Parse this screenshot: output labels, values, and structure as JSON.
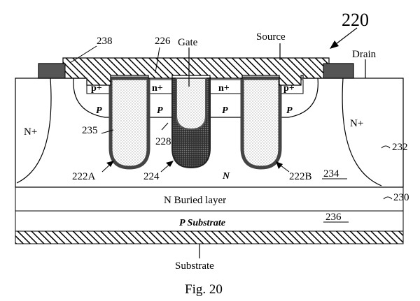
{
  "figure": {
    "number_label": "220",
    "caption": "Fig. 20"
  },
  "terminals": {
    "gate": "Gate",
    "source": "Source",
    "drain": "Drain",
    "substrate": "Substrate"
  },
  "references": {
    "r238": "238",
    "r226": "226",
    "r235": "235",
    "r228": "228",
    "r222a": "222A",
    "r224": "224",
    "r222b": "222B",
    "r234": "234",
    "r232": "232",
    "r230": "230",
    "r236": "236"
  },
  "regions": {
    "p_plus_left": "p+",
    "n_plus_left": "n+",
    "n_plus_right": "n+",
    "p_plus_right": "p+",
    "p_body_1": "P",
    "p_body_2": "P",
    "p_body_3": "P",
    "p_body_4": "P",
    "n_plus_sinker_left": "N+",
    "n_plus_sinker_right": "N+",
    "n_drift": "N",
    "n_buried_layer": "N Buried layer",
    "p_substrate": "P Substrate"
  }
}
